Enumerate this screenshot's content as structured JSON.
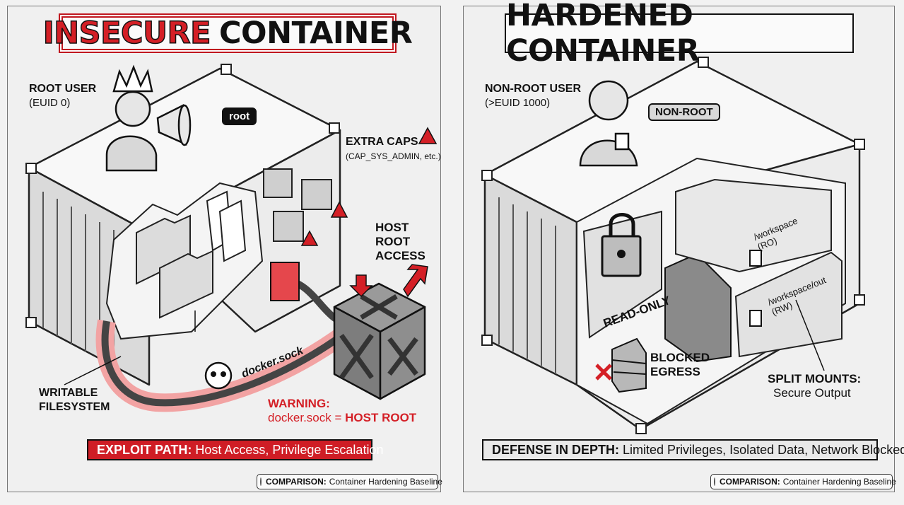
{
  "insecure": {
    "title_red": "INSECURE",
    "title_dark": "CONTAINER",
    "root_user": "ROOT USER",
    "root_user_sub": "(EUID 0)",
    "root_tag": "root",
    "extra_caps": "EXTRA CAPS",
    "extra_caps_sub": "(CAP_SYS_ADMIN, etc.)",
    "host_root_1": "HOST",
    "host_root_2": "ROOT",
    "host_root_3": "ACCESS",
    "docker_sock": "docker.sock",
    "writable_1": "WRITABLE",
    "writable_2": "FILESYSTEM",
    "warning_1": "WARNING:",
    "warning_2a": "docker.sock = ",
    "warning_2b": "HOST ROOT",
    "banner_bold": "EXPLOIT PATH:",
    "banner_text": "Host Access, Privilege Escalation",
    "footer_bold": "COMPARISON:",
    "footer_text": "Container Hardening Baseline"
  },
  "hardened": {
    "title": "HARDENED CONTAINER",
    "user": "NON-ROOT USER",
    "user_sub": "(>EUID 1000)",
    "user_tag": "NON-ROOT",
    "read_only": "READ-ONLY",
    "mount_ro_path": "/workspace",
    "mount_ro_mode": "(RO)",
    "mount_rw_path": "/workspace/out",
    "mount_rw_mode": "(RW)",
    "blocked_1": "BLOCKED",
    "blocked_2": "EGRESS",
    "split_1": "SPLIT MOUNTS:",
    "split_2": "Secure Output",
    "banner_bold": "DEFENSE IN DEPTH:",
    "banner_text": "Limited Privileges, Isolated Data, Network Blocked",
    "footer_bold": "COMPARISON:",
    "footer_text": "Container Hardening Baseline"
  },
  "colors": {
    "danger": "#d41f26",
    "ink": "#111111",
    "panel": "#f0f0f0"
  },
  "icons": [
    "crown-icon",
    "megaphone-icon",
    "padlock-icon",
    "warning-icon",
    "skull-icon",
    "brick-wall-icon",
    "x-mark-icon",
    "document-icon",
    "folder-icon",
    "badge-icon"
  ]
}
